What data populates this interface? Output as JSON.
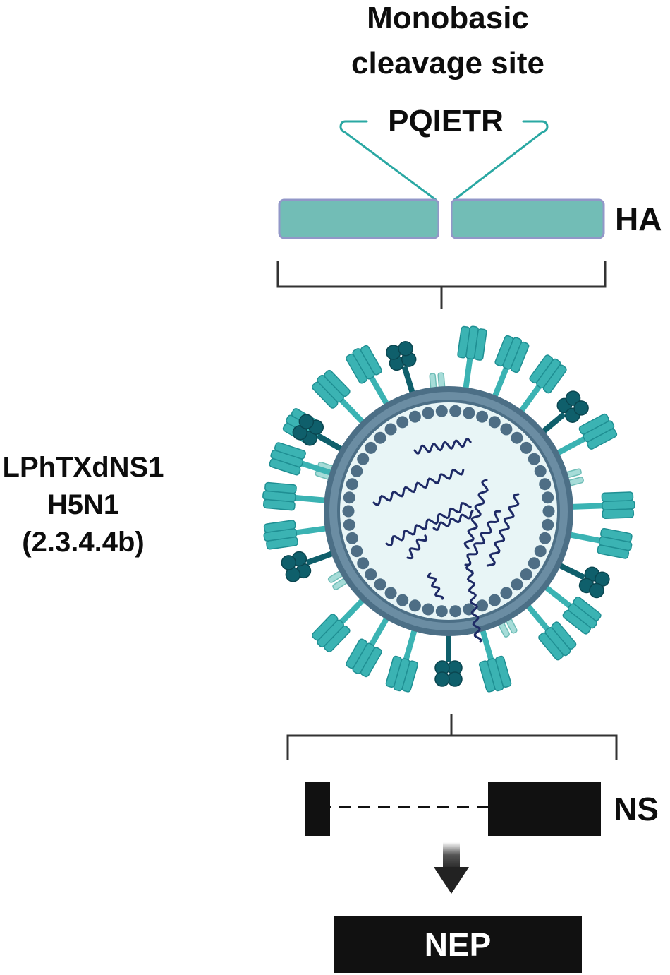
{
  "cleavage_site": {
    "heading_line1": "Monobasic",
    "heading_line2": "cleavage site",
    "sequence": "PQIETR"
  },
  "ha_segment": {
    "label": "HA"
  },
  "virus": {
    "strain_line1": "LPhTXdNS1",
    "strain_line2": "H5N1",
    "strain_line3": "(2.3.4.4b)"
  },
  "ns_segment": {
    "label": "NS"
  },
  "product": {
    "label": "NEP"
  },
  "colors": {
    "ha_fill": "#72bdb6",
    "ha_stroke": "#9297c8",
    "bracket": "#333333",
    "teal_line": "#2aa8a3",
    "hemagglutinin": "#3bb3b3",
    "hemagglutinin_dark": "#1f8f93",
    "neuraminidase": "#0f5f6b",
    "m2_channel": "#a6dcd8",
    "envelope": "#6b8da3",
    "envelope_outer": "#4c6f86",
    "interior": "#e8f5f6",
    "matrix_dot": "#4e6e85",
    "rna": "#1e2a66",
    "ns_block": "#111111",
    "nep_box": "#111111",
    "nep_text": "#ffffff"
  }
}
